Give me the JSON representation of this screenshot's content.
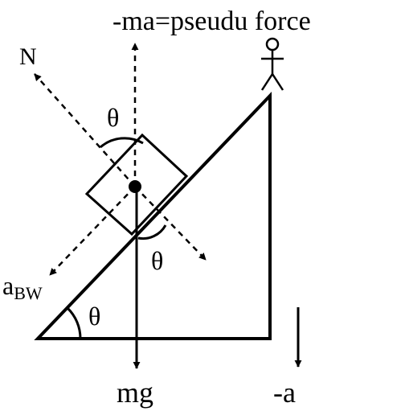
{
  "labels": {
    "pseudo_force": "-ma=pseudu force",
    "normal": "N",
    "theta_top": "θ",
    "theta_mid": "θ",
    "theta_base": "θ",
    "accel_block_main": "a",
    "accel_block_sub": "BW",
    "weight": "mg",
    "wedge_accel": "-a"
  }
}
